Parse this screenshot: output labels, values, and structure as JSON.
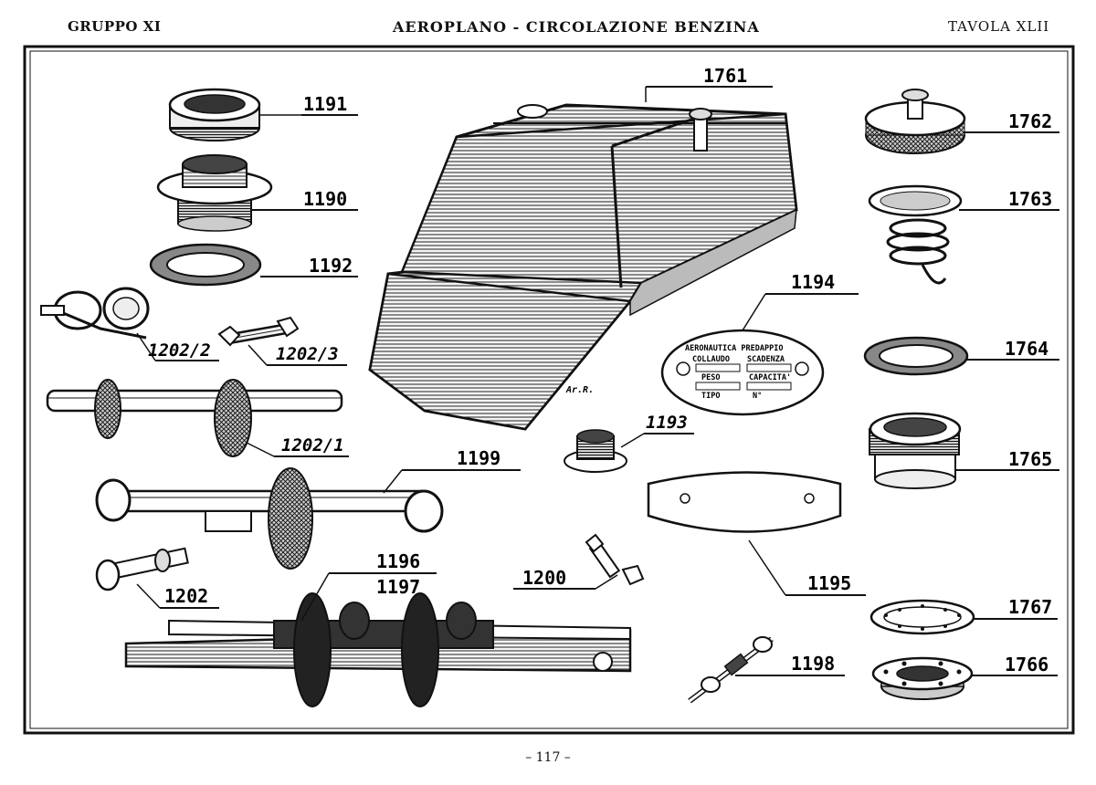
{
  "header": {
    "left": "GRUPPO XI",
    "center": "AEROPLANO - CIRCOLAZIONE BENZINA",
    "right": "TAVOLA XLII"
  },
  "footer": "– 117 –",
  "parts": [
    {
      "id": "p1191",
      "number": "1191"
    },
    {
      "id": "p1190",
      "number": "1190"
    },
    {
      "id": "p1192",
      "number": "1192"
    },
    {
      "id": "p1202_2",
      "number": "1202/2"
    },
    {
      "id": "p1202_3",
      "number": "1202/3"
    },
    {
      "id": "p1202_1",
      "number": "1202/1"
    },
    {
      "id": "p1199",
      "number": "1199"
    },
    {
      "id": "p1202",
      "number": "1202"
    },
    {
      "id": "p1196",
      "number": "1196"
    },
    {
      "id": "p1197",
      "number": "1197"
    },
    {
      "id": "p1761",
      "number": "1761"
    },
    {
      "id": "p1194",
      "number": "1194"
    },
    {
      "id": "p1193",
      "number": "1193"
    },
    {
      "id": "p1200",
      "number": "1200"
    },
    {
      "id": "p1195",
      "number": "1195"
    },
    {
      "id": "p1198",
      "number": "1198"
    },
    {
      "id": "p1762",
      "number": "1762"
    },
    {
      "id": "p1763",
      "number": "1763"
    },
    {
      "id": "p1764",
      "number": "1764"
    },
    {
      "id": "p1765",
      "number": "1765"
    },
    {
      "id": "p1767",
      "number": "1767"
    },
    {
      "id": "p1766",
      "number": "1766"
    }
  ],
  "nameplate": {
    "line1": "AERONAUTICA PREDAPPIO",
    "collaudo": "COLLAUDO",
    "scadenza": "SCADENZA",
    "peso": "PESO",
    "capacita": "CAPACITA'",
    "tipo": "TIPO",
    "numero": "N°"
  },
  "signature": "Ar.R."
}
